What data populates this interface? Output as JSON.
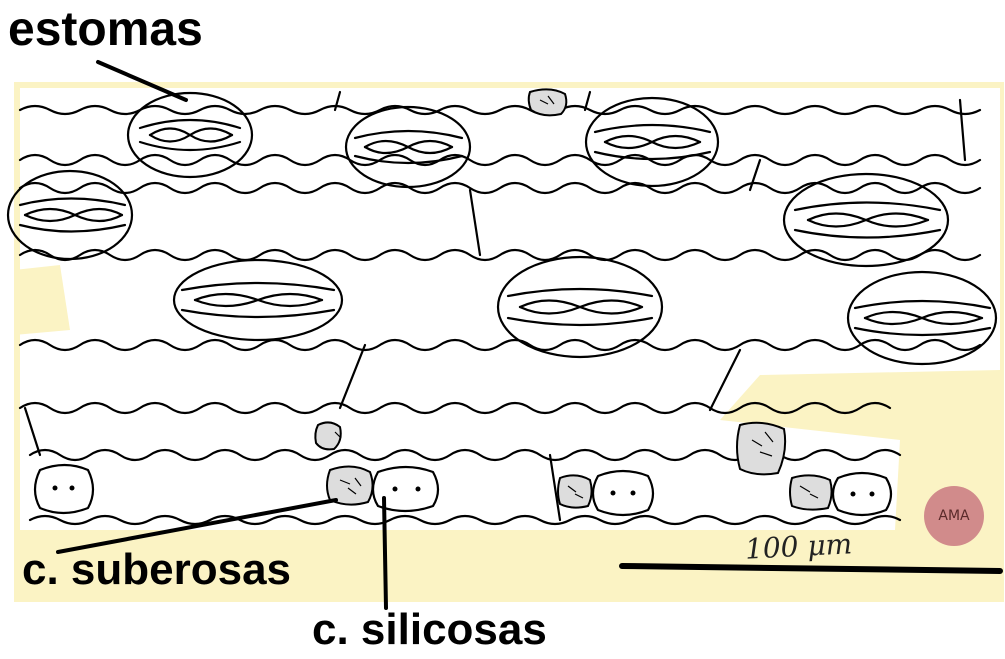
{
  "labels": {
    "stomata": "estomas",
    "cork_cells": "c. suberosas",
    "silica_cells": "c. silicosas"
  },
  "scale_bar": {
    "text": "100 μm"
  },
  "badge": {
    "text": "AMA"
  },
  "colors": {
    "background_tint": "#fbf3c4",
    "ink": "#000000",
    "badge": "#d18b8b"
  }
}
